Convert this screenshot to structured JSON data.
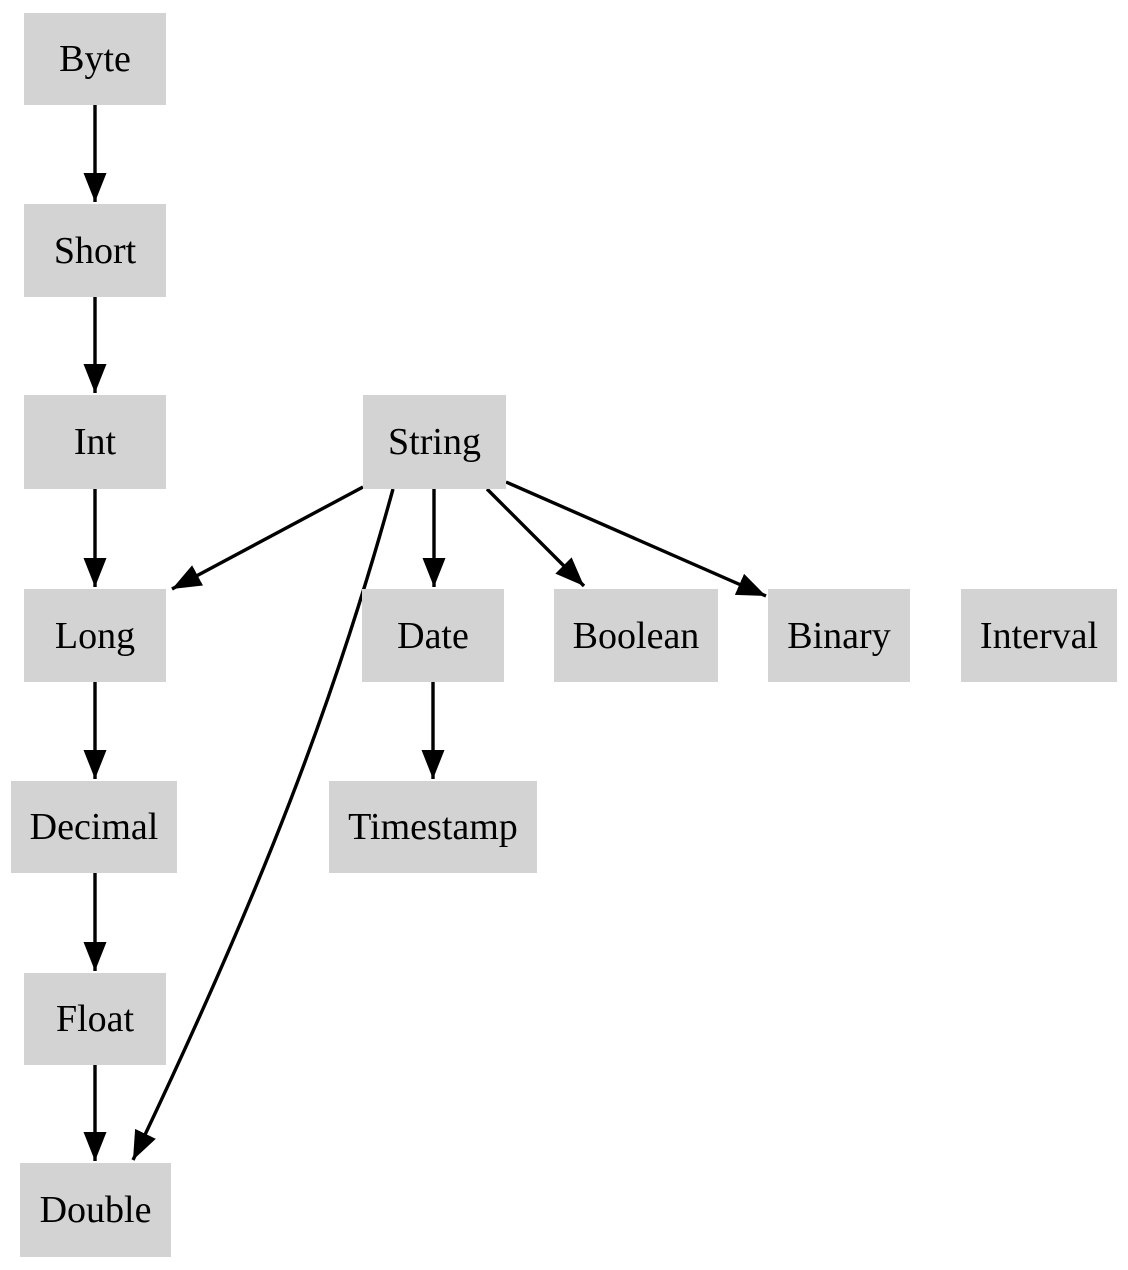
{
  "diagram": {
    "title": "type-promotion-graph",
    "colors": {
      "background": "#ffffff",
      "node_fill": "#d3d3d3",
      "edge": "#000000",
      "text": "#000000"
    },
    "nodes": {
      "byte": {
        "label": "Byte"
      },
      "short": {
        "label": "Short"
      },
      "int": {
        "label": "Int"
      },
      "string": {
        "label": "String"
      },
      "long": {
        "label": "Long"
      },
      "date": {
        "label": "Date"
      },
      "boolean": {
        "label": "Boolean"
      },
      "binary": {
        "label": "Binary"
      },
      "interval": {
        "label": "Interval"
      },
      "decimal": {
        "label": "Decimal"
      },
      "timestamp": {
        "label": "Timestamp"
      },
      "float": {
        "label": "Float"
      },
      "double": {
        "label": "Double"
      }
    },
    "edges": [
      {
        "from": "Byte",
        "to": "Short"
      },
      {
        "from": "Short",
        "to": "Int"
      },
      {
        "from": "Int",
        "to": "Long"
      },
      {
        "from": "Long",
        "to": "Decimal"
      },
      {
        "from": "Decimal",
        "to": "Float"
      },
      {
        "from": "Float",
        "to": "Double"
      },
      {
        "from": "String",
        "to": "Long"
      },
      {
        "from": "String",
        "to": "Date"
      },
      {
        "from": "String",
        "to": "Boolean"
      },
      {
        "from": "String",
        "to": "Binary"
      },
      {
        "from": "String",
        "to": "Double"
      },
      {
        "from": "Date",
        "to": "Timestamp"
      }
    ]
  }
}
